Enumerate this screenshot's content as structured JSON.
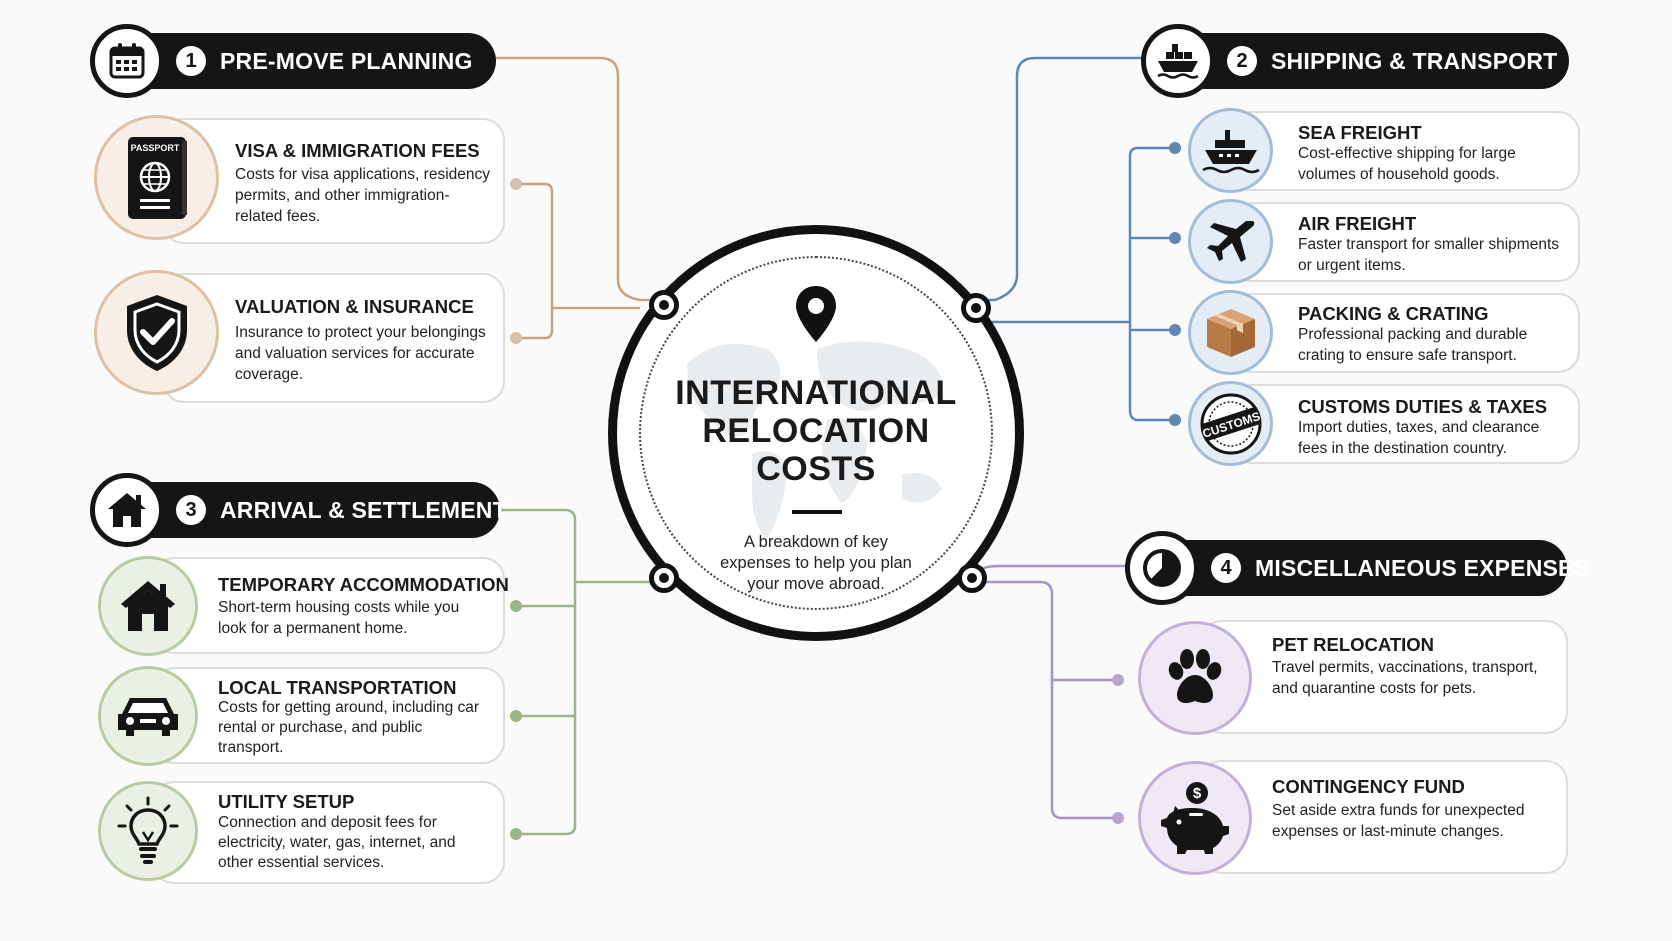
{
  "center": {
    "title_lines": [
      "INTERNATIONAL",
      "RELOCATION",
      "COSTS"
    ],
    "subtitle": "A breakdown of key expenses to help you plan your move abroad.",
    "icon": "map-pin-icon"
  },
  "sections": [
    {
      "number": "1",
      "title": "PRE-MOVE PLANNING",
      "icon": "calendar-icon",
      "color": "#c9a27e",
      "items": [
        {
          "title": "VISA & IMMIGRATION FEES",
          "desc": "Costs for visa applications, residency permits, and other immigration-related fees.",
          "icon": "passport-icon",
          "icon_label": "PASSPORT"
        },
        {
          "title": "VALUATION & INSURANCE",
          "desc": "Insurance to protect your belongings and valuation services for accurate coverage.",
          "icon": "shield-check-icon"
        }
      ]
    },
    {
      "number": "2",
      "title": "SHIPPING & TRANSPORT",
      "icon": "cargo-ship-icon",
      "color": "#5f87b3",
      "items": [
        {
          "title": "SEA FREIGHT",
          "desc": "Cost-effective shipping for large volumes of household goods.",
          "icon": "ship-icon"
        },
        {
          "title": "AIR FREIGHT",
          "desc": "Faster transport for smaller shipments or urgent items.",
          "icon": "airplane-icon"
        },
        {
          "title": "PACKING & CRATING",
          "desc": "Professional packing and durable crating to ensure safe transport.",
          "icon": "box-icon"
        },
        {
          "title": "CUSTOMS DUTIES & TAXES",
          "desc": "Import duties, taxes, and clearance fees in the destination country.",
          "icon": "customs-stamp-icon",
          "icon_label": "CUSTOMS"
        }
      ]
    },
    {
      "number": "3",
      "title": "ARRIVAL & SETTLEMENT",
      "icon": "house-icon",
      "color": "#9cb585",
      "items": [
        {
          "title": "TEMPORARY ACCOMMODATION",
          "desc": "Short-term housing costs while you look for a permanent home.",
          "icon": "home-icon"
        },
        {
          "title": "LOCAL TRANSPORTATION",
          "desc": "Costs for getting around, including car rental or purchase, and public transport.",
          "icon": "car-icon"
        },
        {
          "title": "UTILITY SETUP",
          "desc": "Connection and deposit fees for electricity, water, gas, internet, and other essential services.",
          "icon": "lightbulb-icon"
        }
      ]
    },
    {
      "number": "4",
      "title": "MISCELLANEOUS EXPENSES",
      "icon": "pie-chart-icon",
      "color": "#a893c6",
      "items": [
        {
          "title": "PET RELOCATION",
          "desc": "Travel permits, vaccinations, transport, and quarantine costs for pets.",
          "icon": "paw-icon"
        },
        {
          "title": "CONTINGENCY FUND",
          "desc": "Set aside extra funds for unexpected expenses or last-minute changes.",
          "icon": "piggy-bank-icon",
          "icon_label": "$"
        }
      ]
    }
  ]
}
